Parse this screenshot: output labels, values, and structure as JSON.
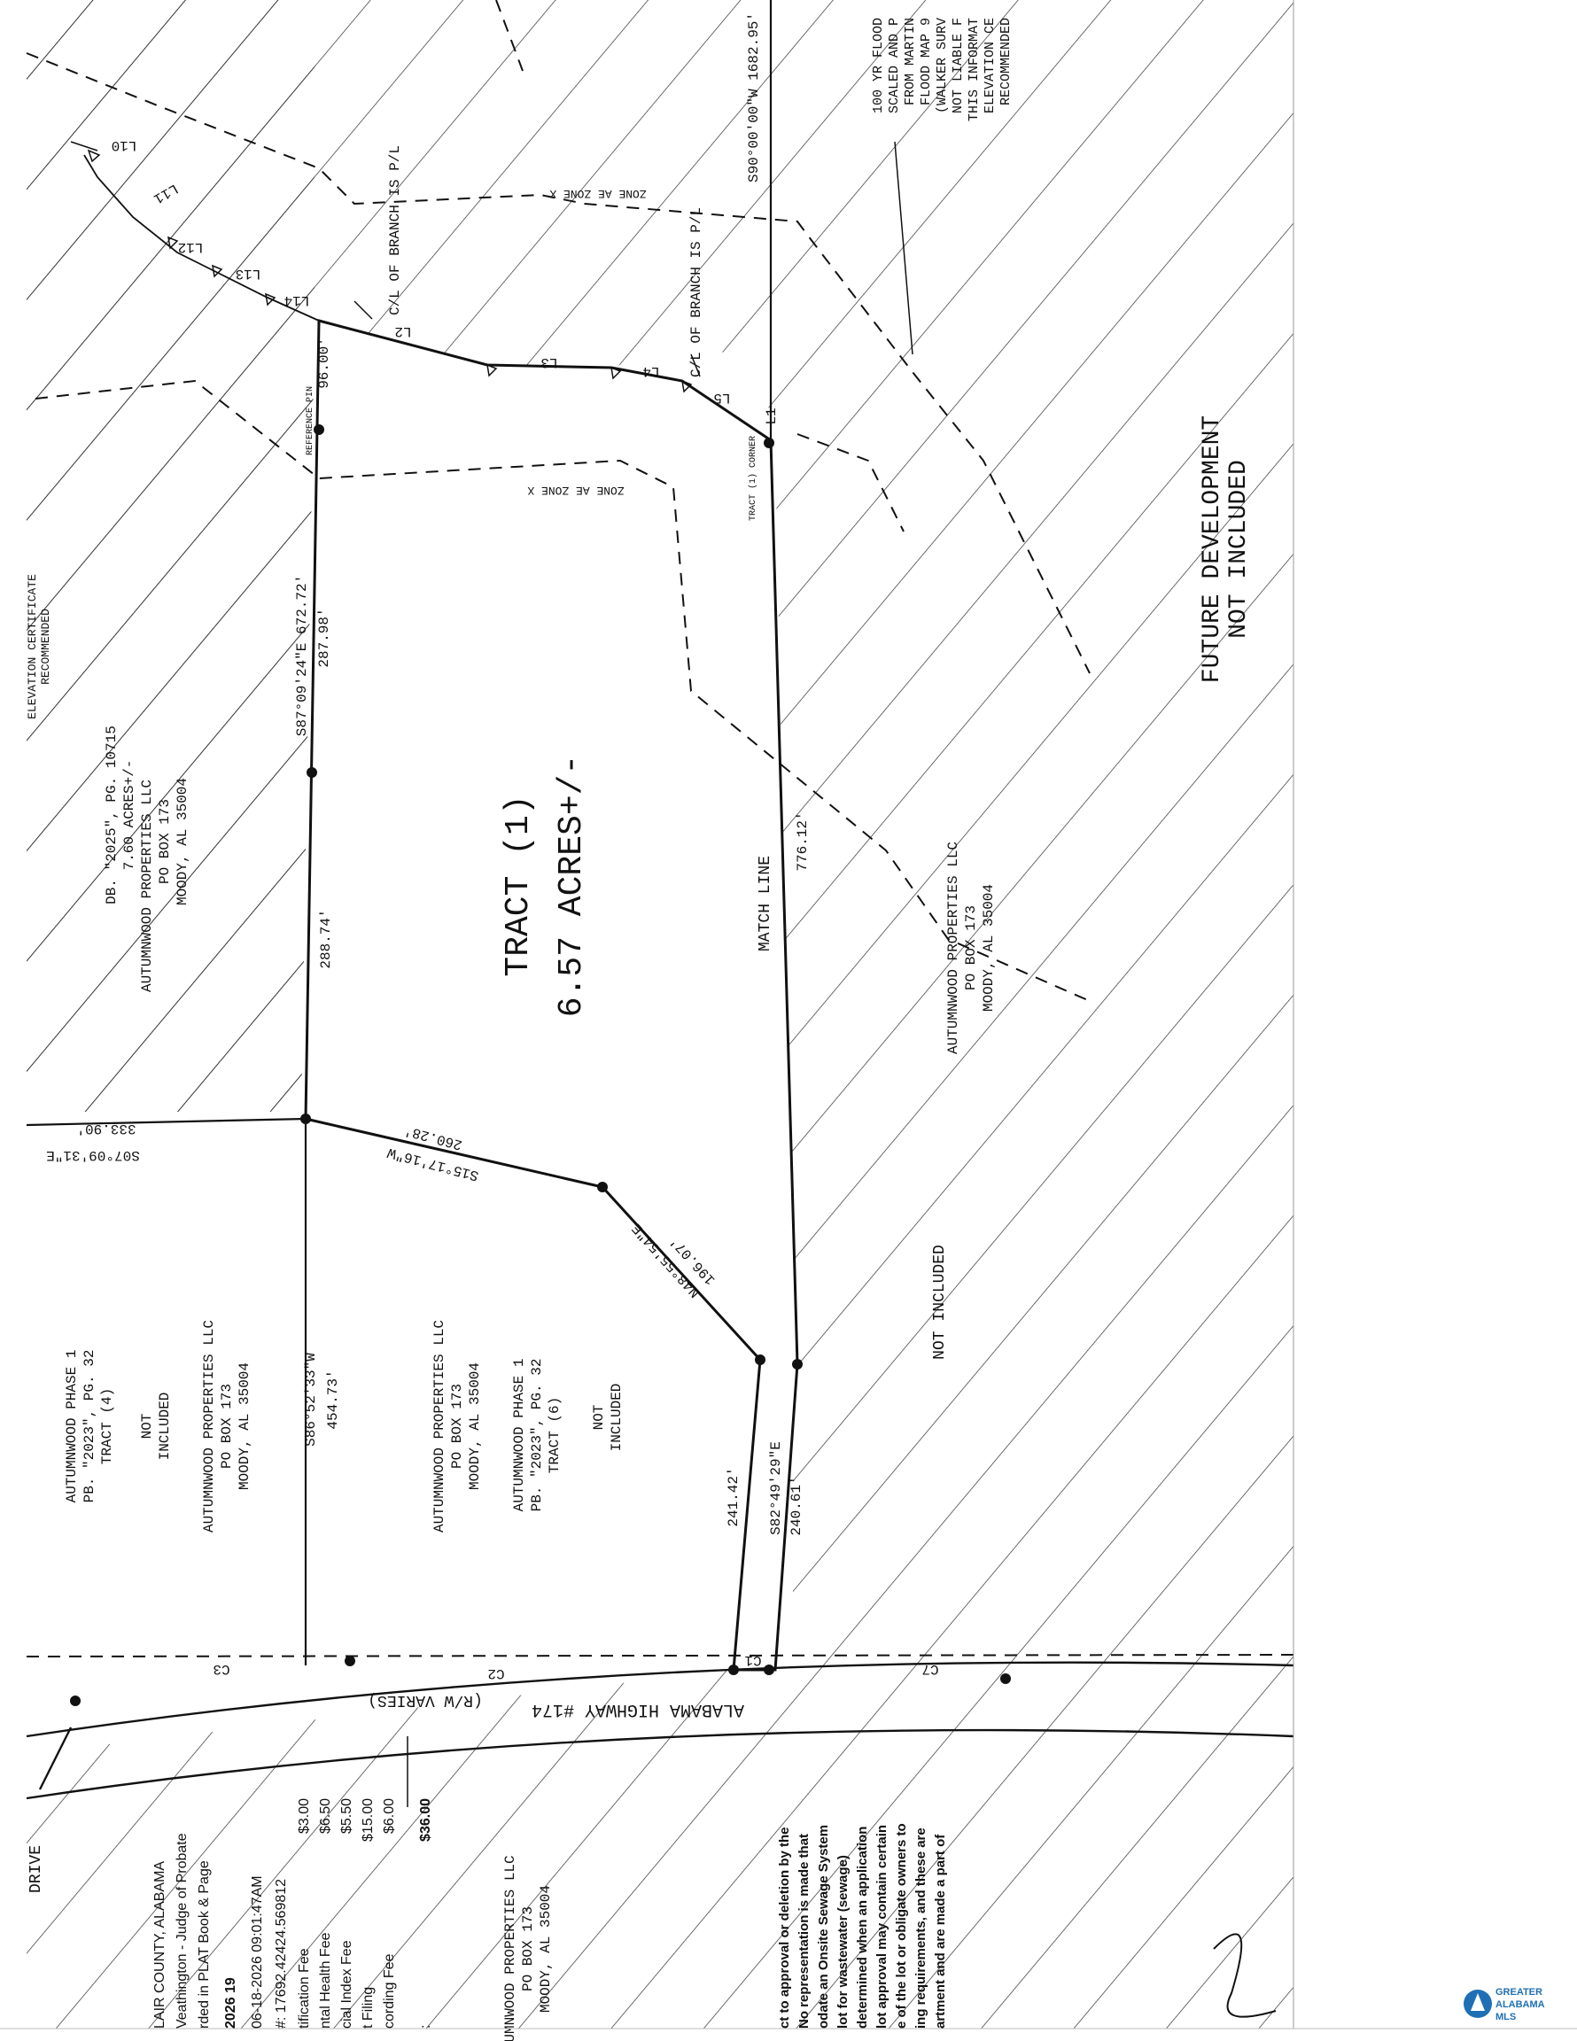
{
  "tract": {
    "name": "TRACT (1)",
    "acres": "6.57 ACRES+/-"
  },
  "lines": {
    "l1": "L1",
    "l2": "L2",
    "l3": "L3",
    "l4": "L4",
    "l5": "L5",
    "l10": "L10",
    "l11": "L11",
    "l12": "L12",
    "l13": "L13",
    "l14": "L14"
  },
  "bearings": {
    "north_line": "S87°09'24\"E 672.72'",
    "north_seg1": "287.98'",
    "north_seg2": "288.74'",
    "ref_dist": "96.00'",
    "west_line": "S07°09'31\"E",
    "west_dist": "333.90'",
    "s15": "S15°17'16\"W",
    "s15_dist": "260.28'",
    "n48": "N48°55'54\"E",
    "n48_dist": "196.07'",
    "s86": "S86°52'33\"W",
    "s86_dist": "454.73'",
    "s82": "S82°49'29\"E",
    "s82_dist_a": "241.42'",
    "s82_dist_b": "240.61'",
    "match_dist": "776.12'",
    "top_east": "S90°00'00\"W 1682.95'"
  },
  "labels": {
    "match_line": "MATCH LINE",
    "reference_pin": "REFERENCE PIN",
    "tract_pin": "TRACT (1) CORNER",
    "cl_branch": "C/L OF BRANCH IS P/L",
    "zone_ae_x": "ZONE AE ZONE X",
    "future_dev": "FUTURE DEVELOPMENT",
    "not_included": "NOT INCLUDED",
    "highway": "ALABAMA HIGHWAY #174",
    "rw": "(R/W VARIES)",
    "drive": "DRIVE",
    "c1": "C1",
    "c2": "C2",
    "c3": "C3",
    "c7": "C7"
  },
  "flood_note": [
    "100 YR FLOOD",
    "SCALED AND P",
    "FROM MARTIN",
    "FLOOD MAP 9",
    "(WALKER SURV",
    "NOT LIABLE F",
    "THIS INFORMAT",
    "ELEVATION CE",
    "RECOMMENDED"
  ],
  "owner_blocks": [
    {
      "id": "top_left",
      "lines": [
        "DB. \"2025\", PG. 10715",
        "7.60 ACRES+/-",
        "AUTUMNWOOD PROPERTIES LLC",
        "PO BOX 173",
        "MOODY, AL 35004"
      ]
    },
    {
      "id": "east",
      "lines": [
        "AUTUMNWOOD PROPERTIES LLC",
        "PO BOX 173",
        "MOODY, AL 35004"
      ]
    },
    {
      "id": "tract4",
      "lines": [
        "AUTUMNWOOD PHASE 1",
        "PB. \"2023\", PG. 32",
        "TRACT (4)",
        "NOT",
        "INCLUDED",
        "AUTUMNWOOD PROPERTIES LLC",
        "PO BOX 173",
        "MOODY, AL 35004"
      ]
    },
    {
      "id": "tract6",
      "lines": [
        "AUTUMNWOOD PROPERTIES LLC",
        "PO BOX 173",
        "MOODY, AL 35004",
        "AUTUMNWOOD PHASE 1",
        "PB. \"2023\", PG. 32",
        "TRACT (6)",
        "NOT",
        "INCLUDED"
      ]
    },
    {
      "id": "bottom_owner",
      "lines": [
        "UMNWOOD PROPERTIES LLC",
        "PO BOX 173",
        "MOODY, AL 35004"
      ]
    }
  ],
  "elevation_note": [
    "ELEVATION CERTIFICATE",
    "RECOMMENDED"
  ],
  "recording": {
    "county": "LAIR COUNTY, ALABAMA",
    "judge": "Veathington - Judge of Probate",
    "recorded": "rded in PLAT Book & Page",
    "book_page": "2026  19",
    "datetime": "06-18-2026 09:01:47AM",
    "number": "#:  17692.42424.569812",
    "fees": [
      {
        "name": "tification Fee",
        "amount": "$3.00"
      },
      {
        "name": "ntal Health Fee",
        "amount": "$6.50"
      },
      {
        "name": "cial Index Fee",
        "amount": "$5.50"
      },
      {
        "name": "t Filing",
        "amount": "$15.00"
      },
      {
        "name": "cording Fee",
        "amount": "$6.00"
      }
    ],
    "total_label": ":",
    "total": "$36.00"
  },
  "health_note": [
    "ct to approval or deletion by the",
    "No representation is made that",
    "odate an Onsite Sewage System",
    "lot for wastewater (sewage)",
    "determined when an application",
    "lot approval may contain certain",
    "e of the lot or obligate owners to",
    "ing requirements, and these are",
    "artment and are made a part of"
  ],
  "logo": {
    "line1": "GREATER",
    "line2": "ALABAMA",
    "line3": "MLS"
  },
  "colors": {
    "ink": "#111111",
    "logo_blue": "#1f6fb5"
  }
}
